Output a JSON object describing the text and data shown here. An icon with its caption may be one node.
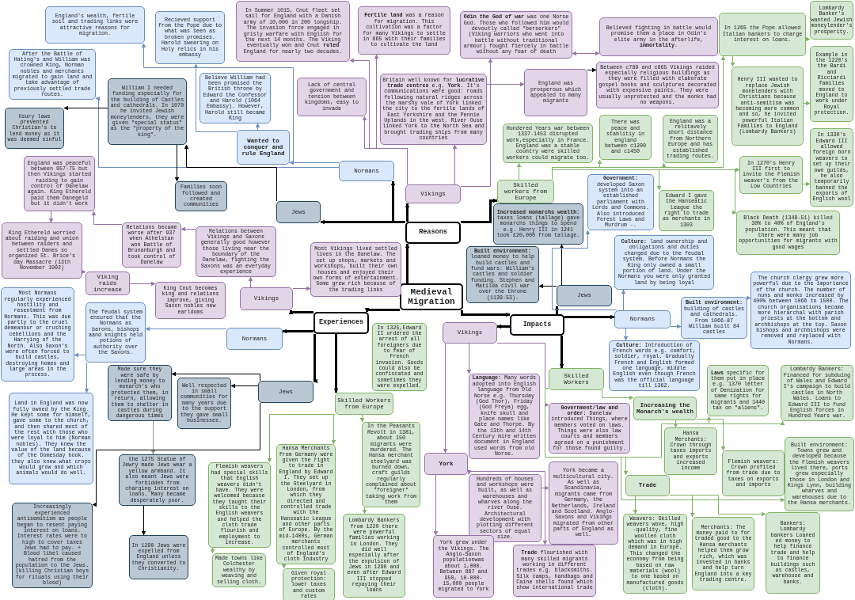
{
  "diagram": {
    "nodes": [
      {
        "text": [
          "Medieval Migration"
        ]
      },
      {
        "text": [
          "Reasons"
        ]
      },
      {
        "text": [
          "Experiences"
        ]
      },
      {
        "text": [
          "Impacts"
        ]
      },
      {
        "text": [
          "Normans"
        ]
      },
      {
        "text": [
          "Vikings"
        ]
      },
      {
        "text": [
          "Jews"
        ]
      },
      {
        "text": [
          "Skilled workers from Europe"
        ]
      },
      {
        "text": [
          "Wanted to conquer and rule England"
        ]
      },
      {
        "text": [
          "England's wealth, fertile soil and trading links were attractive reasons for migration."
        ]
      },
      {
        "text": [
          "After the Battle of Hating's and William was crowned King, Norman nobles and merchants migrated to gain land and take advantage of previously settled trade routes."
        ]
      },
      {
        "text": [
          "Recieved support from the Pope due to what was seen as broken promises. Harold swearing on Holy relics in his embassy"
        ]
      },
      {
        "text": [
          "Believe William had been promised the British throne by Edward the Confessor and Harold (1064 Embassy). However, Harold still became King"
        ]
      },
      {
        "text": [
          "In Summer 1015, Cnut fleet set sail for England with a Danish army of 10,000 in 200 longship. The invasion force engaged in grisly warfare with English for the next 14 months. The Viking eventually won and Cnut **ruled** England for nearly two decades."
        ]
      },
      {
        "text": [
          "**Fertile land** was a reason for migration. This cultivation was a factor for many Vikings to settle in 865 with their families to cultivate the land"
        ]
      },
      {
        "text": [
          "**Odin the God of war** was one Norse God. Those who followed him would devoutly called \"berserkers\"(Viking warriors who went into battle without traditional armour) fought fiercely in battle without any fear of death"
        ]
      },
      {
        "text": [
          "Believed fighting in battle would promise them a place in Odin's elite army in the afterlife, **immortality**."
        ]
      },
      {
        "text": [
          "Lack of central government and tension between kingdoms, easy to invade"
        ]
      },
      {
        "text": [
          "Britain well known for **lucrative trade centres** e.g. **York**. It's communications were good: roads following natural ridges across the marshy vale of York linked the city to the fertile lands of East Yorkshire and the Pennie Uplands in the west. River Ouse linked York to the North Sea and brought trading ships from many countries"
        ]
      },
      {
        "text": [
          "England was prosperous which appealed to many migrants"
        ]
      },
      {
        "text": [
          "Between c789 and c865 Vikings raided especially religious buildings as they were filled with elaborate gospel books and sculptures decorated with expensive paints. They were usually unprotected and the monks had no weapons."
        ]
      },
      {
        "text": [
          "William I needed funding especially for the building of Castles and cathedrals. In 1070 he invited Jewish moneylenders, they were given \"special status\" as the \"property of the king\"."
        ]
      },
      {
        "text": [
          "Usury laws prevented Christian's to lend money as it was deemed sinful"
        ]
      },
      {
        "text": [
          "Families soon followed and created communities"
        ]
      },
      {
        "text": [
          "Hundered Years war between 1337-1453 disrupted work,especially in France. England was a stable country were skilled workers could migrate too."
        ]
      },
      {
        "text": [
          "There was peace and stablitiy in england between c1200 and c1450"
        ]
      },
      {
        "text": [
          "England was a relitavely short distance from Northern Europe and has established trading routes."
        ]
      },
      {
        "text": [
          "In 1265 the Pope allowed Italian bankers to charge interest on loans."
        ]
      },
      {
        "text": [
          "Lombardy Banker's wanted Jewish moneylender's prosperity."
        ]
      },
      {
        "text": [
          "Henry III wanted to replace Jewish monelenders with Christians because anti-semitism was becoming more common and so, he invited powerful Italian Families to England (Lombardy Bankers)"
        ]
      },
      {
        "text": [
          "Example in the 1220's the Bardi and Ricciardi families moved to England to work under Royal protection."
        ]
      },
      {
        "text": [
          "In 1270's Henry III first to invite the Flemish weaver's from the Low Countries"
        ]
      },
      {
        "text": [
          "In 1330's Edward III allowed foreign born weavers to set up their own guilds, he also temporarily banned the exports of English wool"
        ]
      },
      {
        "text": [
          "Edward I gave the Hanseatic League the right to trade as merchants in 1303"
        ]
      },
      {
        "text": [
          "Black Death (1348-51) killed 30% to 40% of England's population. This meant that there were many job opportunities for migrants with good wages"
        ]
      },
      {
        "text": [
          "Vikings"
        ]
      },
      {
        "text": [
          "Normans"
        ]
      },
      {
        "text": [
          "Jews"
        ]
      },
      {
        "text": [
          "Skilled Workers from Europe"
        ]
      },
      {
        "text": [
          "Most Vikings lived settled lives in the Danelaw. The set up shops, markets and workshops, built their own houses and enjoyed their own forms of entertainment. Some grew rich because of the trading links"
        ]
      },
      {
        "text": [
          "Relations between Vikings and Saxons generally good however those living near the boundary of the Danelaw, fighting the Saxons was an everyday experience"
        ]
      },
      {
        "text": [
          "Relations became worse after 937 when Athelstan won Battle of Brunanburgh and took control of Danelaw"
        ]
      },
      {
        "text": [
          "England was peaceful between 957-75 but then Vikings started raiding to gain control of Danelaw again. King Ethereld paid them Danegeld but it didn't work"
        ]
      },
      {
        "text": [
          "King Ethereld worried about raiding and union between raiders and settled Danes so organized St. Brice's day Massacre (13th November 1002)"
        ]
      },
      {
        "text": [
          "Viking raids increase"
        ]
      },
      {
        "text": [
          "King Cnut becomes king and relations improve, giving Saxon nobles new earldoms"
        ]
      },
      {
        "text": [
          "The feudal system ensured that the Normans as barons, bishops aand knights held potions of authority over the Saxons."
        ]
      },
      {
        "text": [
          "Most Normans regularly experienced hostility and resentment from Normans. This was due partly to the cruel demeanour or crushing cebellions and the Harrying of the North. Also Saxon's were often forced to build castles, destroying homes and large areas in the process."
        ]
      },
      {
        "text": [
          "Land in England was now fully owned by the King. He kept some for himself, gave some to the church, and then shared most of the rest with those who were loyal to him (Norman nobles). They knew the value of the land because of the Domesday book. they also knew what crops would grow and which animals would do well."
        ]
      },
      {
        "text": [
          "Made sure they were safe by lending money to monarch's who protected them, in return, allowing them to shelter in castles during dangerous times"
        ]
      },
      {
        "text": [
          "Well respected in small communities for many years due to the support they gave small businesses."
        ]
      },
      {
        "text": [
          "the 1275 Statue of Jewry made Jews wear a yellow armband. It also meant Jews were forbidden from charging interest on loans. Many became desperately poor."
        ]
      },
      {
        "text": [
          "In 1290 Jews were expelled from England unless they converted to Christianity."
        ]
      },
      {
        "text": [
          "Increasingly experienced antisemitism as people began to resent paying interest on loans. Interest rates were to high to cover taxes Jews had to pay. + Blood libel caused hatred from the population to the Jews. (killing Christian boys for rituals using their blood)"
        ]
      },
      {
        "text": [
          "In 1325,Edward II ordered the arrest of all foreigners due to fear of French invasion. Goods could also be confiscated and sometimes they were expelled."
        ]
      },
      {
        "text": [
          "Flemish weavers had special skills that English weavers didn't have. They were welcomed because they taught their skills to the English weavers and helped the cloth trade flourish and employment to increase."
        ]
      },
      {
        "text": [
          "Made towns like Colchester wealthy by weaving and selling cloth."
        ]
      },
      {
        "text": [
          "Hansa Merchants from Germany were given the right to trade in England by Edward I. They set up the Steelyard in London, from which they directed and controlled trade with the Hanseatic League and other parts of Europe. By the mid-1400s, German merchants controlled most of England's cloth industry"
        ]
      },
      {
        "text": [
          "Given royal protection: lower taxes and custom rates"
        ]
      },
      {
        "text": [
          "In the Peasants Revolt in 1381, about 150 migrants were murdered. The Hansa merchant steelyard was burned down, craft guilds regularly complained about \"foreigner\" taking work from them"
        ]
      },
      {
        "text": [
          "Lombardy Bankers from 1220 there were powerful families working in London. They did well especially after the expulsion of Jews in 1290 and even after Edward III stopped repaying their loans"
        ]
      },
      {
        "text": [
          "Jews"
        ]
      },
      {
        "text": [
          "Normans"
        ]
      },
      {
        "text": [
          "Vikings"
        ]
      },
      {
        "text": [
          "Skilled Workers"
        ]
      },
      {
        "text": [
          "**Increased monarchs wealth:** taxes loans (tallage) gave monarchs things to spend e.g. Henry III in 1241 took £20,000 from tallage."
        ]
      },
      {
        "text": [
          "**Built environment:** loaned money to help build castles and fund wars: William's castles and soldier funding. Stephen and Matilda civil war over the throne (1139-53)."
        ]
      },
      {
        "text": [
          "**Government:** developed Saxon system into an established parliament with Lords and Commons. Also introduced Forest Laws and Murdrum -."
        ]
      },
      {
        "text": [
          "**Culture:** land ownership and obligations and duties changed due to the feudal system. Before Normans the King only owned a small portion of land. Under the Normans you were only granted land by being loyal"
        ]
      },
      {
        "text": [
          "**Built environment:** building of castles and cathedrals. From 1066-87 William built 84 castles"
        ]
      },
      {
        "text": [
          "The church clergy grew more powerful due to the importance of the church. The number of nuns and monks increased by 400% between 1066 to 1500. The church organisations became more hierarchal with parish priests at the bottom and archbishops at the top. Saxon bishops and archbishops were removed and replaced with Normans."
        ]
      },
      {
        "text": [
          "**Culture:** Introduction of French words e.g. comfort, soldier, royal. Gradually French and English formed one language, middle English even though French was the official language till 1362."
        ]
      },
      {
        "text": [
          "**Language:** Many words adopted into English language from Old Norse e.g. Thursday (God Thor), Friday (God Freya) egg, knife skull and place names like Gate and Thorpe. By the 13th and 14th Century mire written document in England used words from old Norse."
        ]
      },
      {
        "text": [
          "York"
        ]
      },
      {
        "text": [
          "Hundreds of houses and workshops were built, as well as warehouses and wharves along the river Ouse. Architectural development with plotting different sectors of equal size."
        ]
      },
      {
        "text": [
          "York became a multicultural city. As well as Scandinavia, migrants came from Germany, the Netherlands, Ireland and Scotland. Anglo-Saxons and Vikings migrated from other parts of England as well."
        ]
      },
      {
        "text": [
          "York grew under the Vikings. The Anglo-Saxon populationwas about 1,000. Between 867 and 950, 10-000-15,000 people migrated to York"
        ]
      },
      {
        "text": [
          "**Trade** flourished with many skilled migrants working in different trades e.g. blacksmiths. Silk camps, handbags and Caine shells found which show international trade"
        ]
      },
      {
        "text": [
          "**Government/law and order:** Danelaw introduced Things, where members voted on laws. Things were also law courts and members agreed on a punishment for those found guilty."
        ]
      },
      {
        "text": [
          "Increasing the Monarch's wealth"
        ]
      },
      {
        "text": [
          "Hansa Merchants: Crown through taxes imports and exports increased income"
        ]
      },
      {
        "text": [
          "Flemish weavers: Crown profited from trade due to taxes on exports and imports"
        ]
      },
      {
        "text": [
          "**Laws** specific for them put in place e.g. 1370 letter of Denization for same rights for migrants and 1440 tax on \"aliens\"."
        ]
      },
      {
        "text": [
          "Lombardy Bankers: Financed for subduing of Wales and Edward I's campaign to build castles in North Wales. Loans to Edward III to fund English forces in Hundred Years war."
        ]
      },
      {
        "text": [
          "Built environment: Towns grew and developed because the Flemish weavers lived there, ports grew especially those in London and Kings Lynn, building wharves and warehouses due to the Hansa merchants."
        ]
      },
      {
        "text": [
          "Trade"
        ]
      },
      {
        "text": [
          "Weavers: Skilled weavers wove, high -quality, fine woollen cloth which was in high demand in Europe. This changed the economy from being based on raw materials (wool) to one based on manufactured goods (cloth)."
        ]
      },
      {
        "text": [
          "Merchants: The money paid to for traded good to the Hansa merchants helped them grow rich, which was invested in banks and help turn England into a key trading centre."
        ]
      },
      {
        "text": [
          "Bankers: Lombardy bankers Loaned ed money to help finance trade and help to finance buildings such as castles, warehouse and banks."
        ]
      }
    ],
    "edges": [
      {
        "from": 0,
        "to": 1,
        "arrow": "to",
        "style": "thick",
        "color": "#000000"
      },
      {
        "from": 0,
        "to": 2,
        "arrow": "to",
        "style": "thick",
        "color": "#000000"
      },
      {
        "from": 0,
        "to": 3,
        "arrow": "to",
        "style": "thick",
        "color": "#000000"
      },
      {
        "from": 1,
        "to": 4,
        "arrow": "to",
        "style": "thick",
        "color": "#000000"
      },
      {
        "from": 1,
        "to": 5,
        "arrow": "to",
        "style": "thick",
        "color": "#000000"
      },
      {
        "from": 1,
        "to": 6,
        "arrow": "to",
        "style": "thick",
        "color": "#000000"
      },
      {
        "from": 1,
        "to": 7,
        "arrow": "to",
        "style": "thick",
        "color": "#000000"
      },
      {
        "from": 4,
        "to": 8,
        "arrow": "to",
        "color": "#6c8ebf"
      },
      {
        "from": 4,
        "to": 9,
        "arrow": "to",
        "color": "#6c8ebf"
      },
      {
        "from": 4,
        "to": 10,
        "arrow": "to",
        "color": "#6c8ebf"
      },
      {
        "from": 8,
        "to": 11,
        "arrow": "to",
        "color": "#6c8ebf"
      },
      {
        "from": 8,
        "to": 12,
        "arrow": "to",
        "color": "#6c8ebf"
      },
      {
        "from": 5,
        "to": 13,
        "arrow": "to",
        "color": "#9673a6"
      },
      {
        "from": 5,
        "to": 14,
        "arrow": "to",
        "color": "#9673a6"
      },
      {
        "from": 5,
        "to": 15,
        "arrow": "to",
        "color": "#9673a6"
      },
      {
        "from": 15,
        "to": 16,
        "arrow": "both",
        "color": "#9673a6"
      },
      {
        "from": 5,
        "to": 17,
        "arrow": "to",
        "color": "#9673a6"
      },
      {
        "from": 5,
        "to": 18,
        "arrow": "to",
        "color": "#9673a6"
      },
      {
        "from": 18,
        "to": 19,
        "arrow": "to",
        "color": "#9673a6"
      },
      {
        "from": 19,
        "to": 20,
        "arrow": "to",
        "color": "#000000"
      },
      {
        "from": 6,
        "to": 21,
        "arrow": "to",
        "color": "#000000"
      },
      {
        "from": 21,
        "to": 22,
        "arrow": "to",
        "color": "#000000"
      },
      {
        "from": 21,
        "to": 23,
        "arrow": "to",
        "color": "#000000"
      },
      {
        "from": 7,
        "to": 24,
        "arrow": "to",
        "color": "#82b366"
      },
      {
        "from": 7,
        "to": 25,
        "arrow": "to",
        "color": "#82b366"
      },
      {
        "from": 7,
        "to": 26,
        "arrow": "to",
        "color": "#82b366"
      },
      {
        "from": 7,
        "to": 27,
        "arrow": "to",
        "color": "#82b366"
      },
      {
        "from": 27,
        "to": 28,
        "arrow": "to",
        "color": "#82b366"
      },
      {
        "from": 27,
        "to": 29,
        "arrow": "to",
        "color": "#82b366"
      },
      {
        "from": 29,
        "to": 30,
        "arrow": "to",
        "color": "#82b366"
      },
      {
        "from": 7,
        "to": 31,
        "arrow": "to",
        "color": "#82b366"
      },
      {
        "from": 31,
        "to": 32,
        "arrow": "to",
        "color": "#82b366"
      },
      {
        "from": 7,
        "to": 33,
        "arrow": "to",
        "color": "#82b366"
      },
      {
        "from": 7,
        "to": 34,
        "arrow": "to",
        "color": "#82b366"
      },
      {
        "from": 2,
        "to": 35,
        "arrow": "to",
        "style": "thick",
        "color": "#000000"
      },
      {
        "from": 2,
        "to": 36,
        "arrow": "to",
        "style": "thick",
        "color": "#000000"
      },
      {
        "from": 2,
        "to": 37,
        "arrow": "to",
        "style": "thick",
        "color": "#000000"
      },
      {
        "from": 2,
        "to": 38,
        "arrow": "to",
        "style": "thick",
        "color": "#000000"
      },
      {
        "from": 35,
        "to": 39,
        "arrow": "to",
        "color": "#9673a6"
      },
      {
        "from": 35,
        "to": 40,
        "arrow": "to",
        "color": "#9673a6"
      },
      {
        "from": 40,
        "to": 41,
        "arrow": "to",
        "color": "#9673a6"
      },
      {
        "from": 41,
        "to": 42,
        "arrow": "to",
        "color": "#9673a6"
      },
      {
        "from": 42,
        "to": 43,
        "arrow": "to",
        "color": "#9673a6"
      },
      {
        "from": 43,
        "to": 44,
        "arrow": "to",
        "color": "#9673a6"
      },
      {
        "from": 44,
        "to": 45,
        "arrow": "to",
        "color": "#9673a6"
      },
      {
        "from": 36,
        "to": 46,
        "arrow": "to",
        "color": "#6c8ebf"
      },
      {
        "from": 46,
        "to": 47,
        "arrow": "to",
        "color": "#6c8ebf"
      },
      {
        "from": 46,
        "to": 48,
        "arrow": "to",
        "color": "#6c8ebf"
      },
      {
        "from": 37,
        "to": 49,
        "arrow": "to",
        "color": "#000000"
      },
      {
        "from": 37,
        "to": 50,
        "arrow": "to",
        "color": "#000000"
      },
      {
        "from": 49,
        "to": 51,
        "arrow": "to",
        "color": "#999999"
      },
      {
        "from": 51,
        "to": 52,
        "arrow": "to",
        "color": "#000000"
      },
      {
        "from": 37,
        "to": 53,
        "arrow": "to",
        "color": "#000000"
      },
      {
        "from": 38,
        "to": 55,
        "arrow": "to",
        "color": "#82b366"
      },
      {
        "from": 55,
        "to": 56,
        "arrow": "to",
        "color": "#82b366"
      },
      {
        "from": 38,
        "to": 57,
        "arrow": "to",
        "color": "#82b366"
      },
      {
        "from": 57,
        "to": 58,
        "arrow": "to",
        "color": "#82b366"
      },
      {
        "from": 38,
        "to": 59,
        "arrow": "to",
        "color": "#82b366"
      },
      {
        "from": 59,
        "to": 60,
        "arrow": "to",
        "color": "#82b366"
      },
      {
        "from": 3,
        "to": 61,
        "arrow": "to",
        "style": "thick",
        "color": "#000000"
      },
      {
        "from": 3,
        "to": 62,
        "arrow": "to",
        "style": "thick",
        "color": "#000000"
      },
      {
        "from": 3,
        "to": 63,
        "arrow": "to",
        "style": "thick",
        "color": "#000000"
      },
      {
        "from": 3,
        "to": 64,
        "arrow": "to",
        "style": "thick",
        "color": "#000000"
      },
      {
        "from": 61,
        "to": 65,
        "arrow": "to",
        "color": "#000000"
      },
      {
        "from": 61,
        "to": 66,
        "arrow": "to",
        "color": "#000000"
      },
      {
        "from": 62,
        "to": 67,
        "arrow": "to",
        "color": "#6c8ebf"
      },
      {
        "from": 62,
        "to": 68,
        "arrow": "to",
        "color": "#6c8ebf"
      },
      {
        "from": 62,
        "to": 69,
        "arrow": "to",
        "color": "#6c8ebf"
      },
      {
        "from": 69,
        "to": 70,
        "arrow": "to",
        "color": "#6c8ebf"
      },
      {
        "from": 62,
        "to": 71,
        "arrow": "to",
        "color": "#6c8ebf"
      },
      {
        "from": 63,
        "to": 72,
        "arrow": "to",
        "color": "#9673a6"
      },
      {
        "from": 63,
        "to": 73,
        "arrow": "to",
        "color": "#9673a6"
      },
      {
        "from": 73,
        "to": 74,
        "arrow": "to",
        "color": "#9673a6"
      },
      {
        "from": 74,
        "to": 75,
        "arrow": "to",
        "color": "#9673a6"
      },
      {
        "from": 73,
        "to": 76,
        "arrow": "to",
        "color": "#9673a6"
      },
      {
        "from": 73,
        "to": 77,
        "arrow": "to",
        "color": "#9673a6"
      },
      {
        "from": 63,
        "to": 78,
        "arrow": "to",
        "color": "#9673a6"
      },
      {
        "from": 64,
        "to": 79,
        "arrow": "to",
        "color": "#82b366"
      },
      {
        "from": 79,
        "to": 80,
        "arrow": "to",
        "color": "#82b366"
      },
      {
        "from": 79,
        "to": 81,
        "arrow": "to",
        "color": "#82b366"
      },
      {
        "from": 64,
        "to": 82,
        "arrow": "to",
        "color": "#82b366"
      },
      {
        "from": 64,
        "to": 83,
        "arrow": "to",
        "color": "#82b366"
      },
      {
        "from": 64,
        "to": 84,
        "arrow": "to",
        "color": "#82b366"
      },
      {
        "from": 64,
        "to": 85,
        "arrow": "to",
        "color": "#82b366"
      },
      {
        "from": 85,
        "to": 86,
        "arrow": "to",
        "color": "#82b366"
      },
      {
        "from": 85,
        "to": 87,
        "arrow": "to",
        "color": "#82b366"
      },
      {
        "from": 85,
        "to": 88,
        "arrow": "to",
        "color": "#82b366"
      }
    ]
  }
}
